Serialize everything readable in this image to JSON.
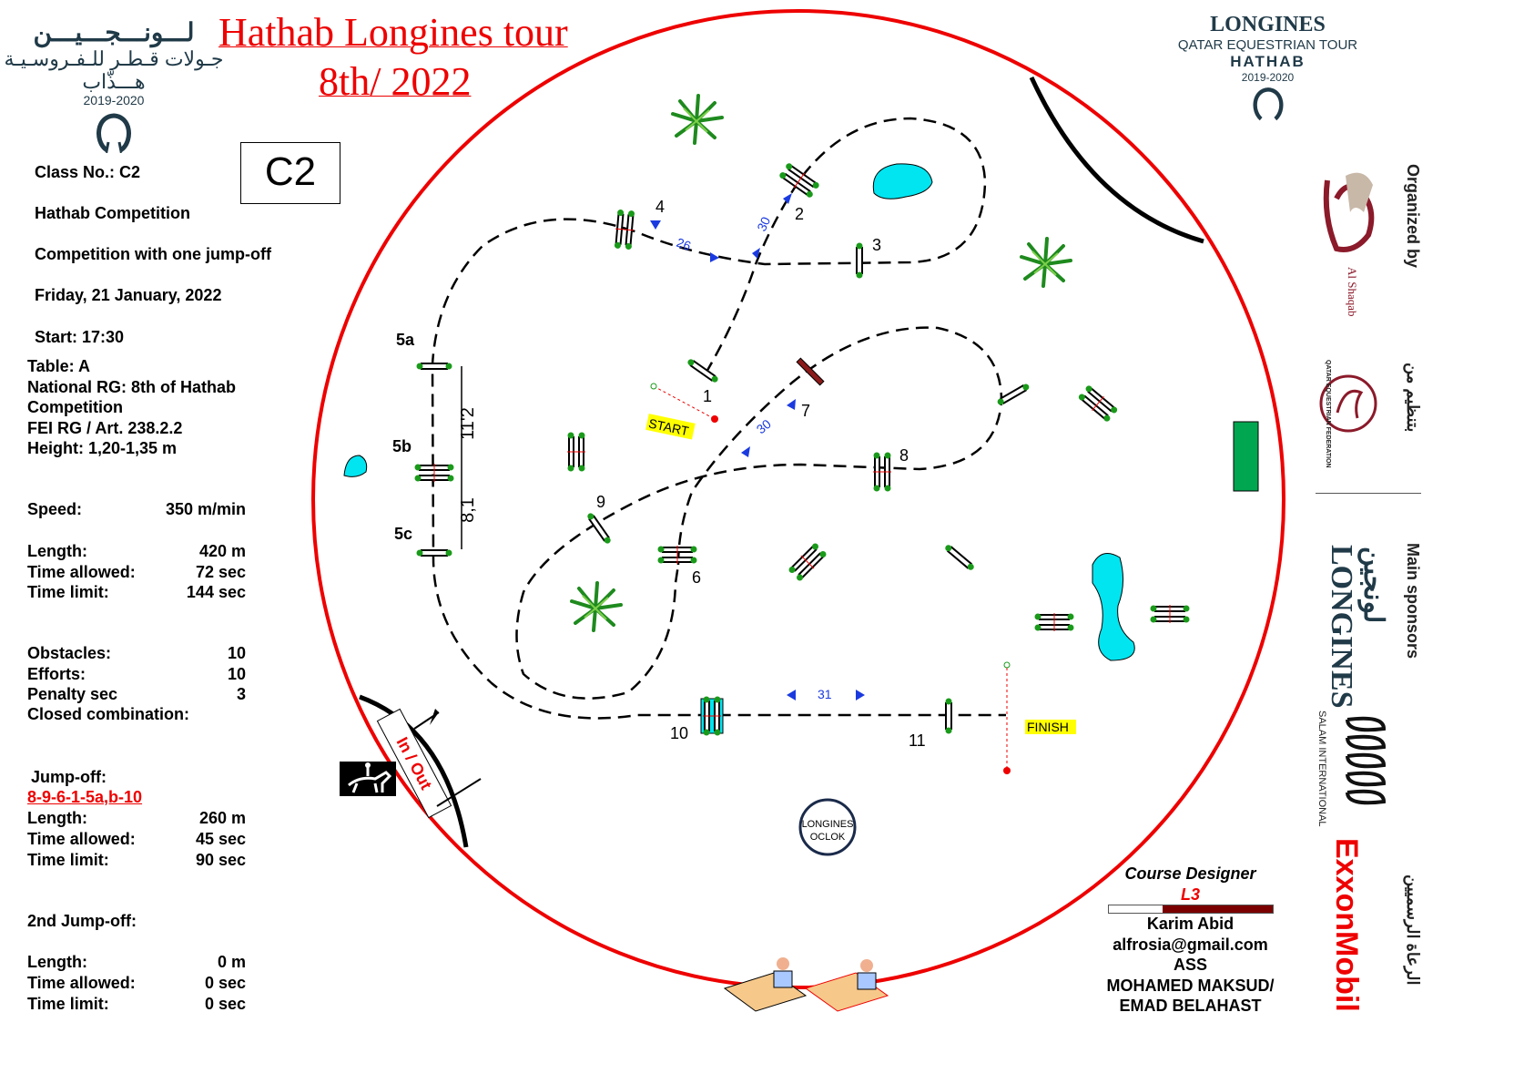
{
  "header": {
    "title_line1": "Hathab Longines tour",
    "title_line2": "8th/ 2022",
    "class_box": "C2"
  },
  "logo_left": {
    "arabic_line1": "لـــونـــجـــيـــن",
    "arabic_line2": "جـولات قـطـر للـفـروسـيـة",
    "arabic_line3": "هـــذّاب",
    "years": "2019-2020"
  },
  "logo_right": {
    "brand": "LONGINES",
    "line2": "QATAR EQUESTRIAN TOUR",
    "line3": "HATHAB",
    "years": "2019-2020"
  },
  "info": {
    "class_no": "Class No.: C2",
    "competition": "Hathab Competition",
    "type": "Competition with one jump-off",
    "date": "Friday, 21 January, 2022",
    "start": "Start: 17:30",
    "table": "Table: A",
    "national_rg_1": "National RG: 8th of Hathab",
    "national_rg_2": "Competition",
    "fei_rg": "FEI RG / Art. 238.2.2",
    "height": "Height: 1,20-1,35  m"
  },
  "stats": {
    "speed": {
      "label": "Speed:",
      "value": "350  m/min"
    },
    "length": {
      "label": "Length:",
      "value": "420    m"
    },
    "time_allowed": {
      "label": "Time allowed:",
      "value": "72  sec"
    },
    "time_limit": {
      "label": "Time limit:",
      "value": "144  sec"
    },
    "obstacles": {
      "label": "Obstacles:",
      "value": "10"
    },
    "efforts": {
      "label": "Efforts:",
      "value": "10"
    },
    "penalty": {
      "label": "Penalty sec",
      "value": "3"
    },
    "closed_combination": {
      "label": "Closed combination:",
      "value": ""
    }
  },
  "jump_off": {
    "title": "Jump-off:",
    "sequence": "8-9-6-1-5a,b-10",
    "length": {
      "label": "Length:",
      "value": "260    m"
    },
    "time_allowed": {
      "label": "Time allowed:",
      "value": "45  sec"
    },
    "time_limit": {
      "label": "Time limit:",
      "value": "90  sec"
    }
  },
  "jump_off_2": {
    "title": "2nd Jump-off:",
    "length": {
      "label": "Length:",
      "value": "0    m"
    },
    "time_allowed": {
      "label": "Time allowed:",
      "value": "0  sec"
    },
    "time_limit": {
      "label": "Time limit:",
      "value": "0  sec"
    }
  },
  "course": {
    "obstacles": [
      "1",
      "2",
      "3",
      "4",
      "5a",
      "5b",
      "5c",
      "6",
      "7",
      "8",
      "9",
      "10",
      "11"
    ],
    "distances": [
      "26",
      "30",
      "30",
      "31"
    ],
    "combination_distances": [
      "11'2",
      "8,1"
    ],
    "start_label": "START",
    "finish_label": "FINISH",
    "in_out_label": "In / Out",
    "clock_line1": "LONGINES",
    "clock_line2": "OCLOK"
  },
  "designer": {
    "title": "Course Designer",
    "level": "L3",
    "name": "Karim Abid",
    "email": "alfrosia@gmail.com",
    "assistant_label": "ASS",
    "assistant_1": "MOHAMED MAKSUD/",
    "assistant_2": "EMAD BELAHAST",
    "level_fill": 0.33
  },
  "sponsors": {
    "organized_by": "Organized by",
    "organized_by_ar": "بتنظيم من",
    "main_sponsors": "Main sponsors",
    "main_sponsors_ar": "الرعاة الرسميين",
    "al_shaqab": "Al Shaqab",
    "qef": "QATAR EQUESTRIAN FEDERATION",
    "longines": "LONGINES",
    "longines_ar": "لونجين",
    "salam": "SALAM INTERNATIONAL",
    "exxon": "ExxonMobil"
  },
  "colors": {
    "arena": "#e00000",
    "water": "#00e5f0",
    "grass": "#00a650",
    "accent_red": "#e00000"
  }
}
